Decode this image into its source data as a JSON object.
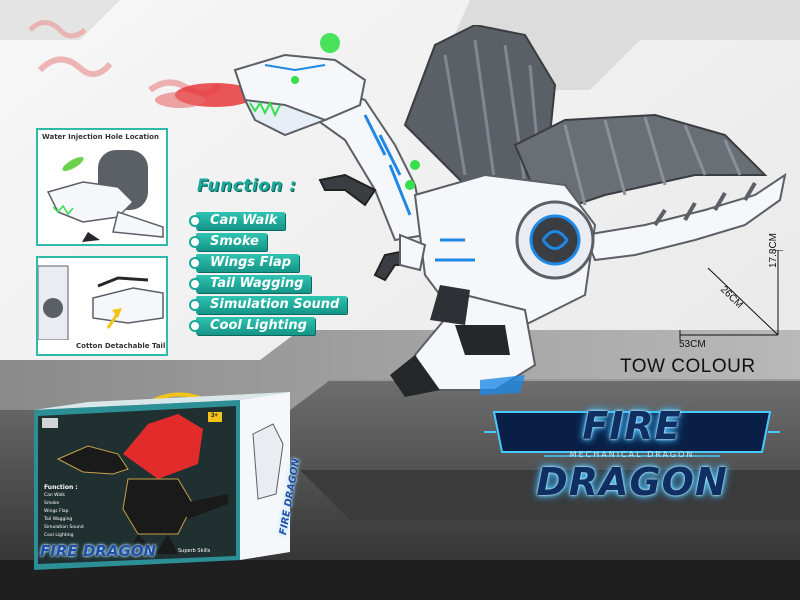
{
  "function_panel": {
    "title": "Function :",
    "items": [
      "Can Walk",
      "Smoke",
      "Wings Flap",
      "Tail Wagging",
      "Simulation Sound",
      "Cool Lighting"
    ]
  },
  "insets": {
    "top_caption": "Water Injection Hole Location",
    "bottom_caption": "Cotton Detachable Tail"
  },
  "dimensions": {
    "height": "17.8CM",
    "depth": "26CM",
    "width": "53CM"
  },
  "color_note": "TOW COLOUR",
  "logo": {
    "title": "FIRE DRAGON",
    "subtitle": "MECHANICAL DRAGON"
  },
  "package": {
    "logo": "FIRE DRAGON",
    "age_badge": "3+",
    "func_title": "Function :",
    "func_items": [
      "Can Walk",
      "Smoke",
      "Wings Flap",
      "Tail Wagging",
      "Simulation Sound",
      "Cool Lighting"
    ],
    "side_logo": "FIRE DRAGON",
    "note": "Superb Skills"
  },
  "colors": {
    "teal": "#1aa89a",
    "robot_white": "#f5f7fa",
    "robot_grey": "#5b5f66",
    "accent_blue": "#1e88e5",
    "led_green": "#35e04a",
    "smoke_red": "#e8393b",
    "box_teal": "#2d8f96"
  }
}
